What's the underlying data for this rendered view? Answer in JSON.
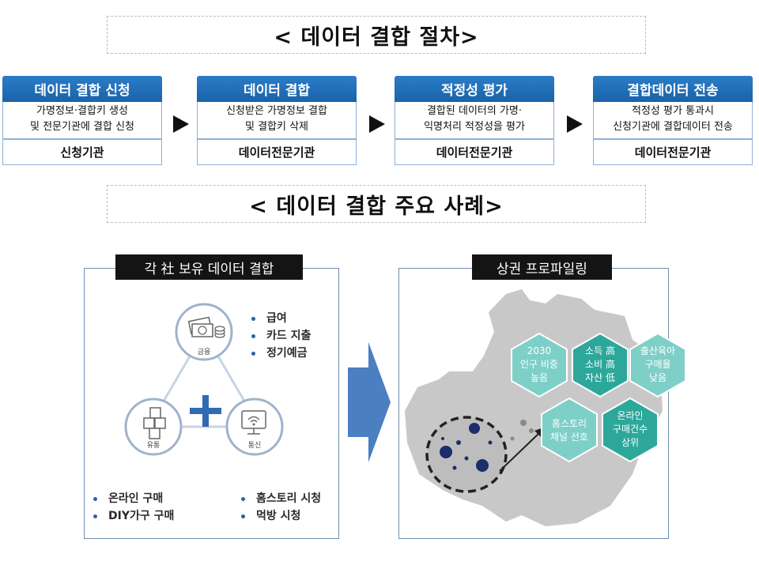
{
  "process": {
    "title": "< 데이터 결합 절차>",
    "steps": [
      {
        "header": "데이터 결합 신청",
        "desc1": "가명정보·결합키 생성",
        "desc2": "및 전문기관에 결합 신청",
        "org": "신청기관"
      },
      {
        "header": "데이터 결합",
        "desc1": "신청받은 가명정보 결합",
        "desc2": "및 결합키 삭제",
        "org": "데이터전문기관"
      },
      {
        "header": "적정성 평가",
        "desc1": "결합된 데이터의 가명·",
        "desc2": "익명처리 적정성을 평가",
        "org": "데이터전문기관"
      },
      {
        "header": "결합데이터 전송",
        "desc1": "적정성 평가 통과시",
        "desc2": "신청기관에 결합데이터 전송",
        "org": "데이터전문기관"
      }
    ]
  },
  "cases": {
    "title": "< 데이터 결합 주요 사례>",
    "left_panel": {
      "label": "각 社 보유 데이터 결합",
      "circles": {
        "finance": "금융",
        "distribution": "유통",
        "telecom": "통신"
      },
      "finance_items": [
        "급여",
        "카드 지출",
        "정기예금"
      ],
      "distribution_items": [
        "온라인 구매",
        "DIY가구 구매"
      ],
      "telecom_items": [
        "홈스토리 시청",
        "먹방 시청"
      ]
    },
    "right_panel": {
      "label": "상권 프로파일링",
      "hexagons": [
        {
          "lines": [
            "2030",
            "인구 비중",
            "높음"
          ]
        },
        {
          "lines": [
            "소득 高",
            "소비 高",
            "자산 低"
          ]
        },
        {
          "lines": [
            "출산육아",
            "구매율",
            "낮음"
          ]
        },
        {
          "lines": [
            "홈스토리",
            "채널 선호"
          ]
        },
        {
          "lines": [
            "온라인",
            "구매건수",
            "상위"
          ]
        }
      ]
    }
  },
  "colors": {
    "step_header": "#1f6db8",
    "hex_light": "#7ecfc7",
    "hex_dark": "#2ea79b",
    "map": "#c8c8c8",
    "arrow_big": "#4a7fc1",
    "plus": "#2f6cb3"
  }
}
